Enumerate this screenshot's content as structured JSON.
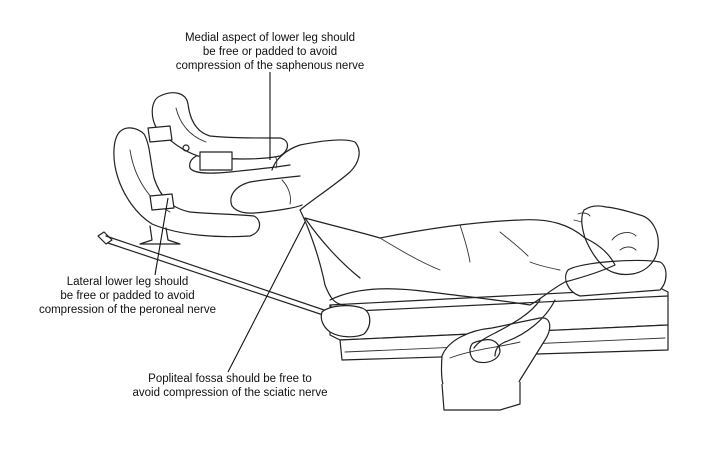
{
  "annotations": {
    "saphenous": {
      "lines": [
        "Medial aspect of lower leg should",
        "be free or padded to avoid",
        "compression of the saphenous nerve"
      ]
    },
    "peroneal": {
      "lines": [
        "Lateral lower leg should",
        "be free or padded to avoid",
        "compression of the peroneal nerve"
      ]
    },
    "sciatic": {
      "lines": [
        "Popliteal fossa should be free to",
        "avoid compression of the sciatic nerve"
      ]
    }
  },
  "colors": {
    "line_art": "#222222",
    "background": "#ffffff"
  }
}
